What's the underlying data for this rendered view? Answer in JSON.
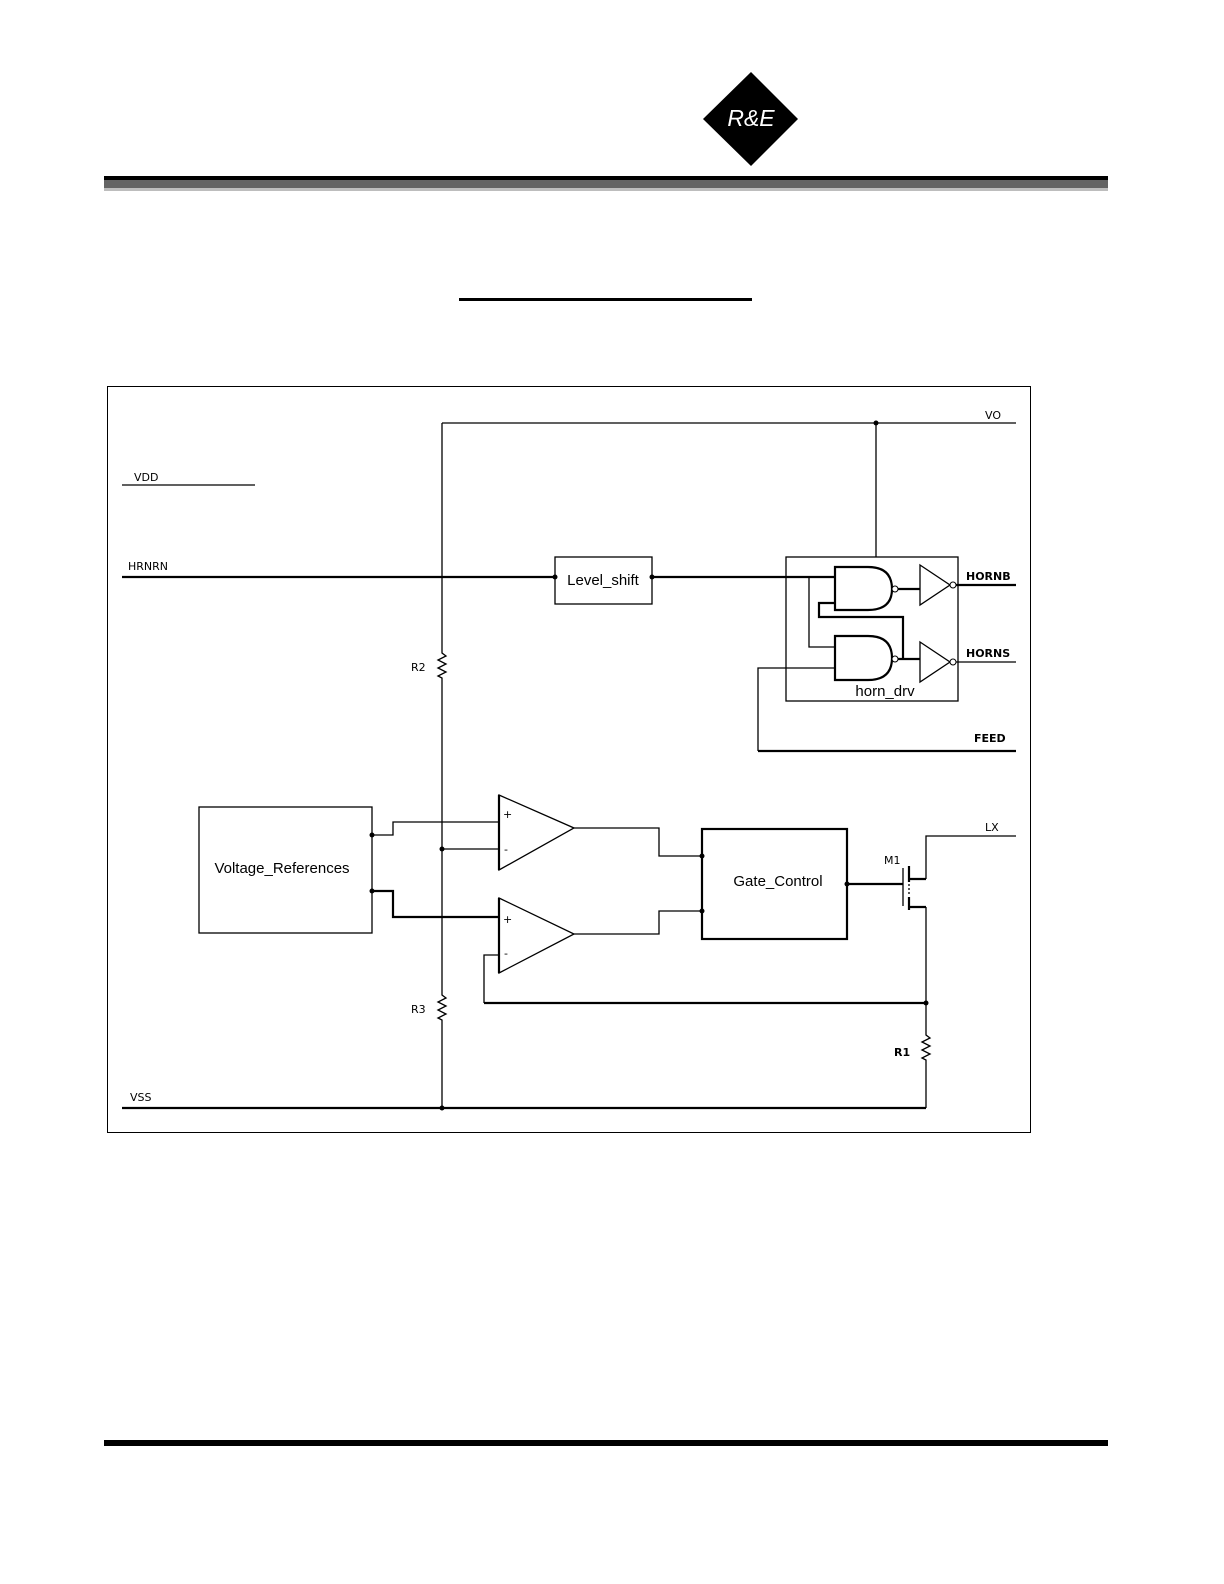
{
  "header": {
    "logo_text": "R&E"
  },
  "diagram": {
    "nets": {
      "vo": "VO",
      "vdd": "VDD",
      "hrnrn": "HRNRN",
      "hornb": "HORNB",
      "horns": "HORNS",
      "feed": "FEED",
      "lx": "LX",
      "vss": "VSS"
    },
    "blocks": {
      "level_shift": "Level_shift",
      "horn_drv": "horn_drv",
      "voltage_references": "Voltage_References",
      "gate_control": "Gate_Control"
    },
    "components": {
      "r1": "R1",
      "r2": "R2",
      "r3": "R3",
      "m1": "M1",
      "plus": "+",
      "minus": "-"
    }
  }
}
